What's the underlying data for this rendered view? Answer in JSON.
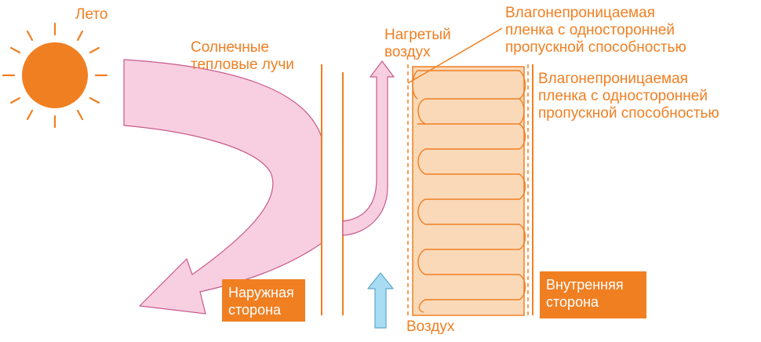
{
  "season_label": "Лето",
  "rays_label": "Солнечные\nтепловые лучи",
  "heated_air_label": "Нагретый\nвоздух",
  "membrane_outer_label": "Влагонепроницаемая\nпленка с односторонней\nпропускной способностью",
  "membrane_inner_label": "Влагонепроницаемая\nпленка с односторонней\nпропускной способностью",
  "outside_label": "Наружная\nсторона",
  "inside_label": "Внутренняя\nсторона",
  "air_label": "Воздух",
  "icons": {
    "sun": "sun-icon",
    "heat_ray": "heat-ray-arrow",
    "warm_air": "warm-air-arrow",
    "cool_air": "cool-air-arrow"
  },
  "colors": {
    "accent": "#f07f22",
    "ray_fill": "#f7cfe0",
    "ray_stroke": "#c85a8c",
    "air_fill": "#a8dcf2",
    "insulation_fill": "#fad9b8"
  }
}
